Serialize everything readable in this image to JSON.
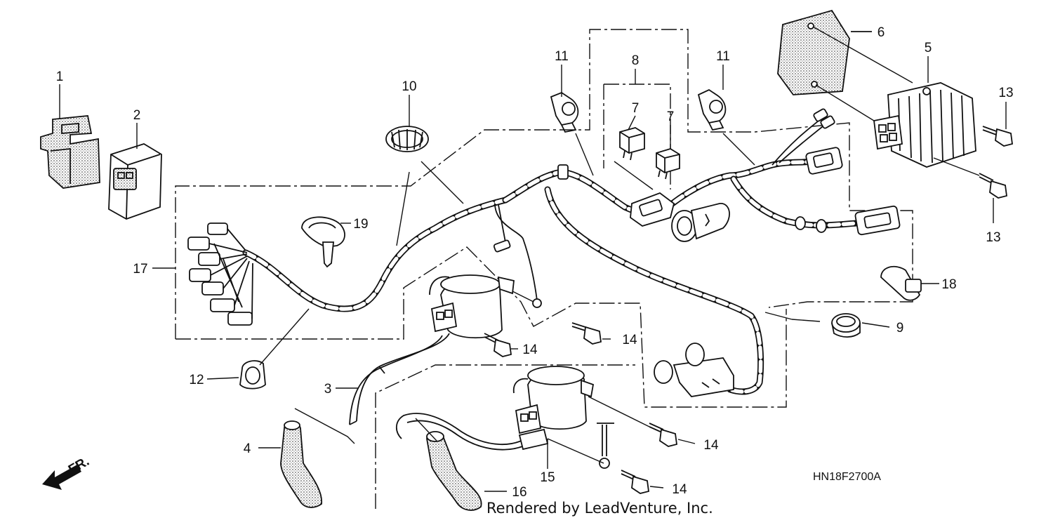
{
  "callouts": [
    {
      "id": "c1",
      "label": "1"
    },
    {
      "id": "c2",
      "label": "2"
    },
    {
      "id": "c3",
      "label": "3"
    },
    {
      "id": "c4",
      "label": "4"
    },
    {
      "id": "c5",
      "label": "5"
    },
    {
      "id": "c6",
      "label": "6"
    },
    {
      "id": "c7a",
      "label": "7"
    },
    {
      "id": "c7b",
      "label": "7"
    },
    {
      "id": "c8",
      "label": "8"
    },
    {
      "id": "c9",
      "label": "9"
    },
    {
      "id": "c10",
      "label": "10"
    },
    {
      "id": "c11a",
      "label": "11"
    },
    {
      "id": "c11b",
      "label": "11"
    },
    {
      "id": "c12",
      "label": "12"
    },
    {
      "id": "c13a",
      "label": "13"
    },
    {
      "id": "c13b",
      "label": "13"
    },
    {
      "id": "c14a",
      "label": "14"
    },
    {
      "id": "c14b",
      "label": "14"
    },
    {
      "id": "c14c",
      "label": "14"
    },
    {
      "id": "c14d",
      "label": "14"
    },
    {
      "id": "c15",
      "label": "15"
    },
    {
      "id": "c16",
      "label": "16"
    },
    {
      "id": "c17",
      "label": "17"
    },
    {
      "id": "c18",
      "label": "18"
    },
    {
      "id": "c19",
      "label": "19"
    }
  ],
  "diagram_code": "HN18F2700A",
  "front_marker": "FR.",
  "credit": "Rendered by LeadVenture, Inc."
}
